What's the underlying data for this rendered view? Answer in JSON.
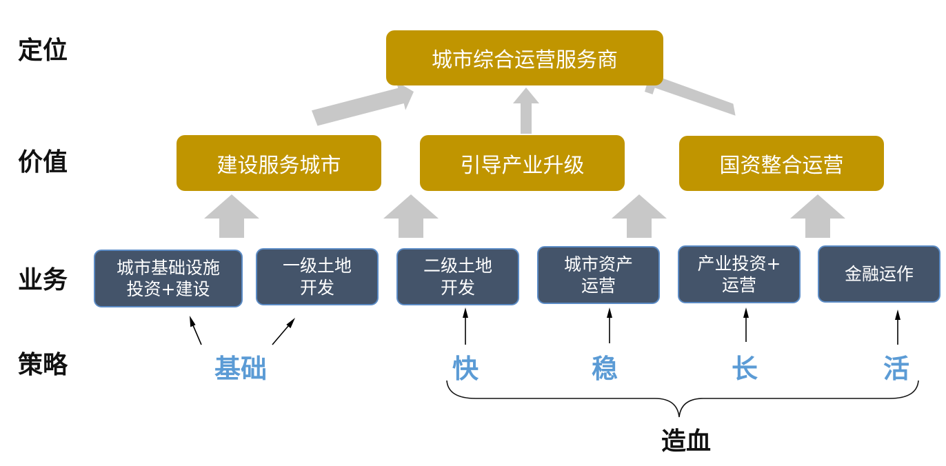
{
  "row_labels": {
    "positioning": "定位",
    "value": "价值",
    "business": "业务",
    "strategy": "策略"
  },
  "top_box": "城市综合运营服务商",
  "value_boxes": [
    "建设服务城市",
    "引导产业升级",
    "国资整合运营"
  ],
  "business_boxes": [
    "城市基础设施\n投资+建设",
    "一级土地\n开发",
    "二级土地\n开发",
    "城市资产\n运营",
    "产业投资+\n运营",
    "金融运作"
  ],
  "strategies": [
    "基础",
    "快",
    "稳",
    "长",
    "活"
  ],
  "brace_label": "造血",
  "colors": {
    "gold": "#c09500",
    "slate": "#44546a",
    "slate_border": "#5b8bc5",
    "strategy_blue": "#5b9bd5",
    "arrow_gray": "#c8c8c8"
  }
}
